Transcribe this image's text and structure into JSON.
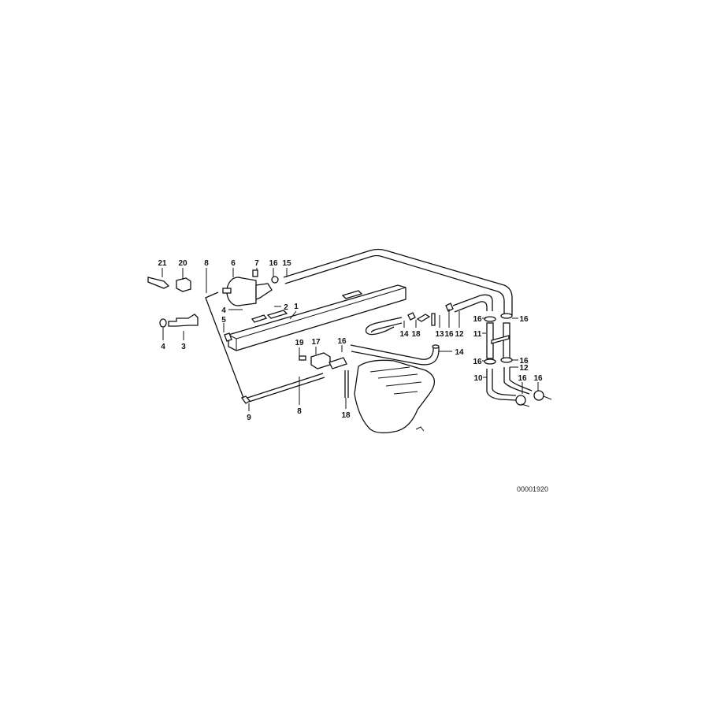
{
  "diagram": {
    "callouts": [
      "21",
      "20",
      "8",
      "6",
      "7",
      "16",
      "15",
      "4",
      "2",
      "1",
      "5",
      "4",
      "3",
      "19",
      "17",
      "16",
      "14",
      "18",
      "13",
      "16",
      "12",
      "14",
      "16",
      "16",
      "11",
      "16",
      "16",
      "12",
      "10",
      "16",
      "16",
      "8",
      "9",
      "18"
    ],
    "drawing_number": "00001920",
    "line_color": "#111111",
    "background": "#ffffff"
  }
}
